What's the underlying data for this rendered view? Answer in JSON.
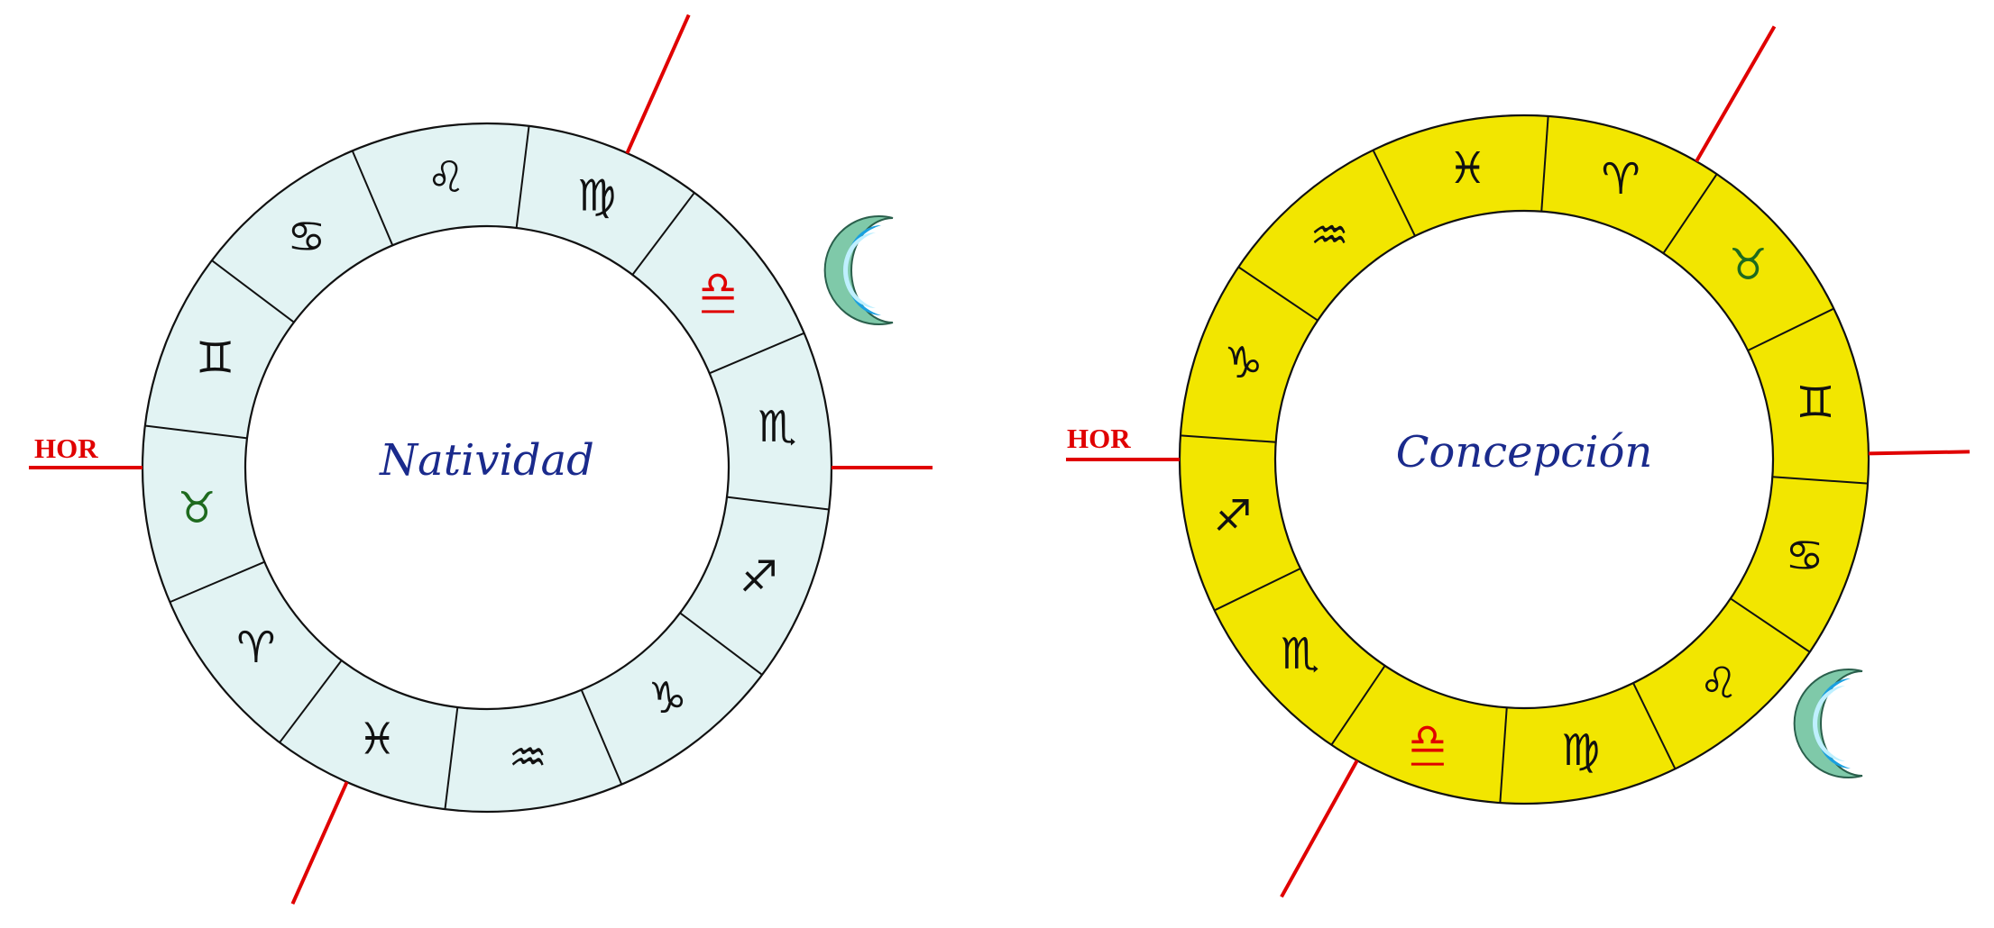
{
  "wheels": [
    {
      "id": "natividad",
      "title": "Natividad",
      "fill": "#e2f3f3",
      "marker_label": "HOR",
      "signs": [
        "♌",
        "♋",
        "♊",
        "♉",
        "♈",
        "♓",
        "♒",
        "♑",
        "♐",
        "♏",
        "♎",
        "♍"
      ],
      "highlight": {
        "♉": "#1e6a1e",
        "♎": "#e00000"
      }
    },
    {
      "id": "concepcion",
      "title": "Concepción",
      "fill": "#f2e600",
      "marker_label": "HOR",
      "signs": [
        "♓",
        "♒",
        "♑",
        "♐",
        "♏",
        "♎",
        "♍",
        "♌",
        "♋",
        "♊",
        "♉",
        "♈"
      ],
      "highlight": {
        "♉": "#1e6a1e",
        "♎": "#e00000"
      }
    }
  ],
  "colors": {
    "axis_line": "#e00000",
    "ring_stroke": "#111111",
    "glyph_default": "#111111",
    "moon_outer": "#7fc9a9",
    "moon_mid": "#1aa0e0",
    "moon_inner": "#bff0ff"
  },
  "icons": {
    "moon": "crescent-moon-icon"
  }
}
